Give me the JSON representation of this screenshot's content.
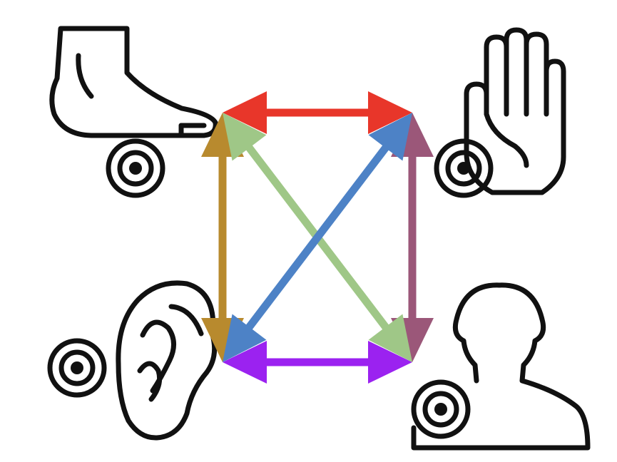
{
  "nodes": [
    {
      "id": "foot",
      "icon": "foot-icon",
      "target": "target-icon"
    },
    {
      "id": "hand",
      "icon": "hand-icon",
      "target": "target-icon"
    },
    {
      "id": "ear",
      "icon": "ear-icon",
      "target": "target-icon"
    },
    {
      "id": "head",
      "icon": "head-silhouette-icon",
      "target": "target-icon"
    }
  ],
  "connections": [
    {
      "from": "foot",
      "to": "hand",
      "color": "#e8362a",
      "direction": "both"
    },
    {
      "from": "ear",
      "to": "head",
      "color": "#9b22f0",
      "direction": "both"
    },
    {
      "from": "foot",
      "to": "ear",
      "color": "#b88a2e",
      "direction": "both"
    },
    {
      "from": "hand",
      "to": "head",
      "color": "#9b5779",
      "direction": "both"
    },
    {
      "from": "foot",
      "to": "head",
      "color": "#9fc787",
      "direction": "both"
    },
    {
      "from": "hand",
      "to": "ear",
      "color": "#4d82c6",
      "direction": "both"
    }
  ]
}
